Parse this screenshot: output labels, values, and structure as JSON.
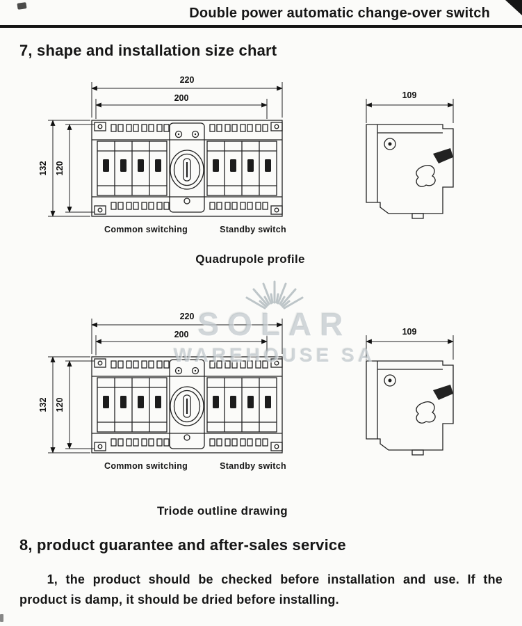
{
  "header": {
    "title": "Double power automatic change-over switch"
  },
  "sections": {
    "s7_title": "7, shape and installation size chart",
    "s8_title": "8, product guarantee and after-sales service",
    "s8_paragraph": "1, the product should be checked before installation and use. If the product is damp, it should be dried before installing."
  },
  "figures": {
    "quadrupole": {
      "dims": {
        "outer_width": "220",
        "inner_width": "200",
        "outer_height": "132",
        "inner_height": "120",
        "depth": "109"
      },
      "label_common": "Common switching",
      "label_standby": "Standby switch",
      "caption": "Quadrupole profile"
    },
    "triode": {
      "dims": {
        "outer_width": "220",
        "inner_width": "200",
        "outer_height": "132",
        "inner_height": "120",
        "depth": "109"
      },
      "label_common": "Common switching",
      "label_standby": "Standby switch",
      "caption": "Triode outline drawing"
    }
  },
  "watermark": {
    "line1": "SOLAR",
    "line2": "WAREHOUSE SA"
  }
}
